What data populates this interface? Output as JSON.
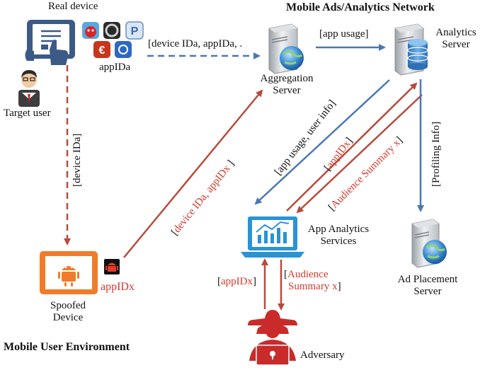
{
  "headings": {
    "network": "Mobile Ads/Analytics Network",
    "environment": "Mobile User Environment"
  },
  "nodes": {
    "real_device": "Real device",
    "target_user": "Target user",
    "appida": "appIDa",
    "aggregation_line1": "Aggregation",
    "aggregation_line2": "Server",
    "analytics_line1": "Analytics",
    "analytics_line2": "Server",
    "app_analytics_line1": "App Analytics",
    "app_analytics_line2": "Services",
    "spoofed_line1": "Spoofed",
    "spoofed_line2": "Device",
    "appidx": "appIDx",
    "ad_placement_line1": "Ad Placement",
    "ad_placement_line2": "Server",
    "adversary": "Adversary"
  },
  "edges": {
    "device_to_aggregation": "[device IDa, appIDa, .",
    "aggregation_to_analytics": "[app usage]",
    "real_to_spoofed": "[device IDa]",
    "spoofed_to_aggregation_open": "[",
    "spoofed_to_aggregation_red": "device IDa, appIDx",
    "spoofed_to_aggregation_close": " ]",
    "analytics_to_services": "[app usage, user info]",
    "services_to_analytics_open": "[",
    "services_to_analytics_red": "appIDx",
    "services_to_analytics_close": "]",
    "summary_open": "[",
    "summary_red": "Audience Summary x",
    "summary_close": "]",
    "profiling": "[Profiling Info]",
    "adversary_to_services_open": "[",
    "adversary_to_services_red": "appIDx",
    "adversary_to_services_close": "]",
    "services_to_adversary_open": "[",
    "services_to_adversary_red_line1": "Audience",
    "services_to_adversary_red_line2": "Summary x",
    "services_to_adversary_close": "]"
  },
  "colors": {
    "blue_arrow": "#4a78b5",
    "red_arrow": "#b84a3c",
    "orange_device": "#f07b2c",
    "red_text": "#d33a2c",
    "adversary": "#c92b2b",
    "laptop_blue": "#2a93d5"
  }
}
